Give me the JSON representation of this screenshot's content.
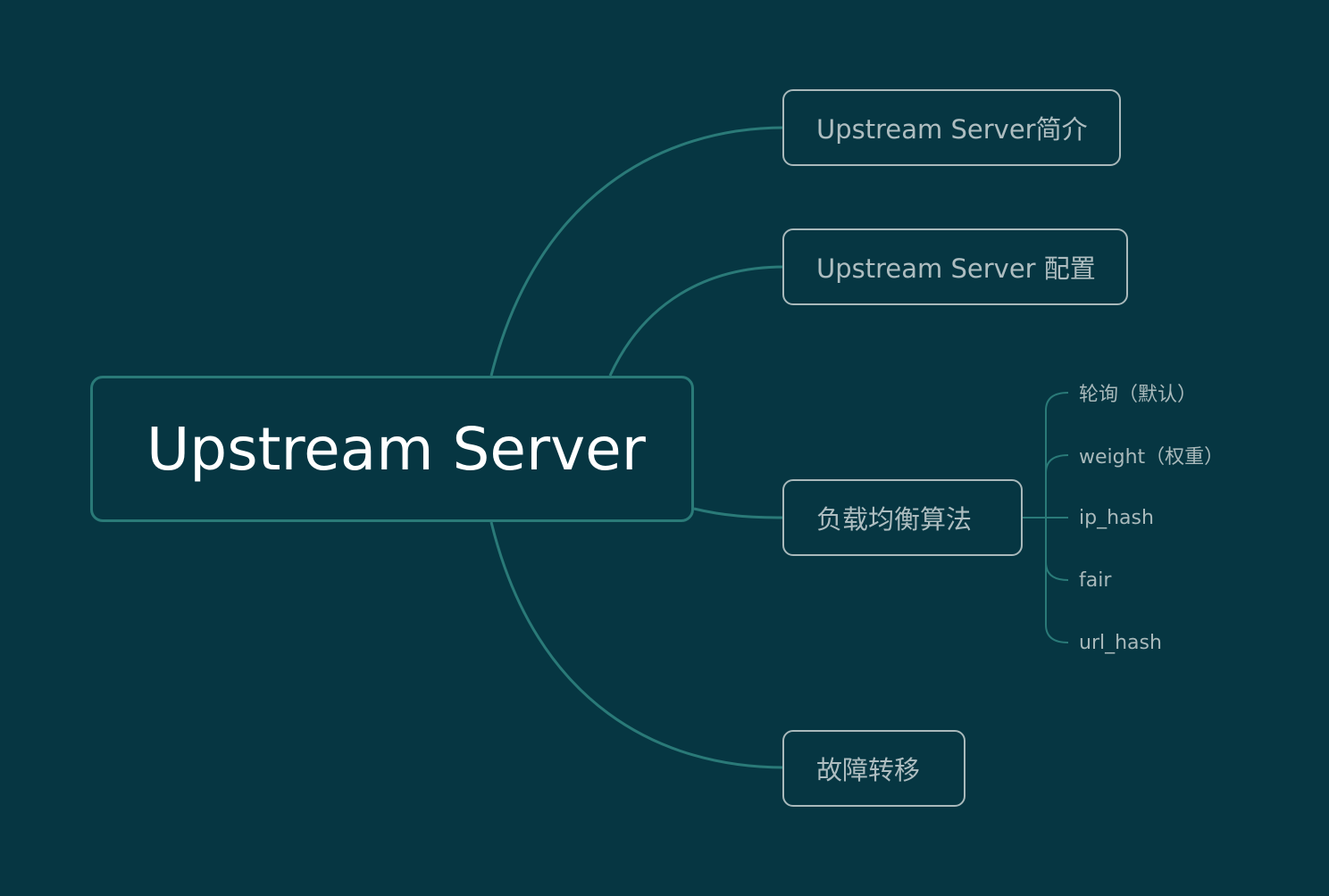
{
  "mindmap": {
    "root": {
      "label": "Upstream Server"
    },
    "branches": [
      {
        "id": "intro",
        "label": "Upstream Server简介"
      },
      {
        "id": "config",
        "label": "Upstream Server 配置"
      },
      {
        "id": "lb",
        "label": "负载均衡算法",
        "children": [
          {
            "label": "轮询（默认）"
          },
          {
            "label": "weight（权重）"
          },
          {
            "label": "ip_hash"
          },
          {
            "label": "fair"
          },
          {
            "label": "url_hash"
          }
        ]
      },
      {
        "id": "failover",
        "label": "故障转移"
      }
    ]
  },
  "colors": {
    "background": "#063642",
    "connector": "#2a7a78",
    "node_border": "#a9b9bb",
    "node_text": "#aebdc0",
    "root_text": "#ffffff"
  }
}
